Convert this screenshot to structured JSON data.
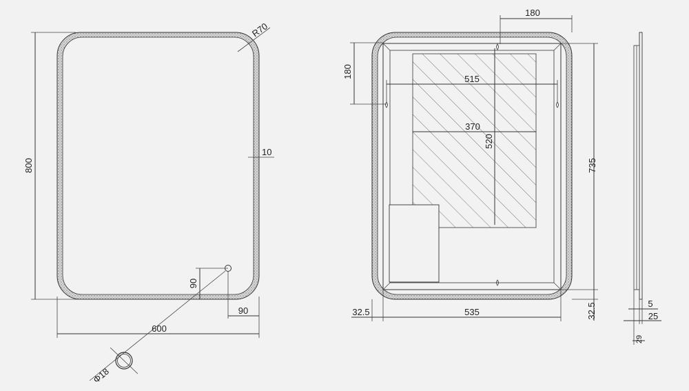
{
  "front_view": {
    "height_label": "800",
    "width_label": "600",
    "radius_label": "R70",
    "border_label": "10",
    "switch_vertical_label": "90",
    "switch_horizontal_label": "90",
    "switch_diameter_label": "Φ18"
  },
  "back_view": {
    "top_offset_label": "180",
    "left_offset_label": "180",
    "hanger_span_label": "515",
    "hatch_width_label": "370",
    "hatch_height_label": "520",
    "inner_height_label": "735",
    "margin_left_label": "32.5",
    "inner_width_label": "535",
    "margin_bottom_label": "32.5"
  },
  "side_view": {
    "depth_a_label": "5",
    "depth_b_label": "25",
    "depth_c_label": "29"
  },
  "colors": {
    "background": "#f2f2f2",
    "line": "#333333",
    "sandblast_band": "#c9c9c9"
  }
}
